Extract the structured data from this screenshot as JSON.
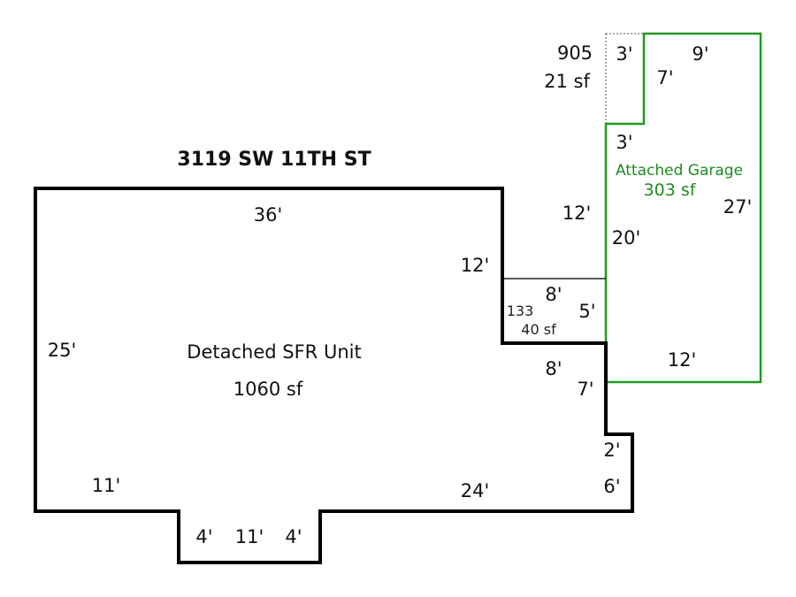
{
  "address": "3119 SW 11TH ST",
  "colors": {
    "house_outline": "#000000",
    "garage_outline": "#1f9a1f",
    "garage_text": "#1f8a1f",
    "text": "#111111"
  },
  "house": {
    "name": "Detached SFR Unit",
    "area": "1060 sf",
    "dims": {
      "top": "36'",
      "left": "25'",
      "right_upper": "12'",
      "notch_bottom": "8'",
      "notch_right": "7'",
      "step_top": "2'",
      "step_right": "6'",
      "bottom_right": "24'",
      "bottom_left": "11'",
      "bump_left": "4'",
      "bump_bottom": "11'",
      "bump_right": "4'"
    }
  },
  "small_room": {
    "code": "133",
    "area": "40 sf",
    "dims": {
      "top": "8'",
      "right": "5'"
    }
  },
  "garage": {
    "name": "Attached Garage",
    "area": "303 sf",
    "dims": {
      "top": "9'",
      "right": "27'",
      "bottom": "12'",
      "left_upper": "12'",
      "left_lower": "20'",
      "notch_vertical": "7'",
      "notch_bottom": "3'"
    }
  },
  "section_905": {
    "code": "905",
    "area": "21 sf",
    "dims": {
      "top": "3'"
    }
  }
}
